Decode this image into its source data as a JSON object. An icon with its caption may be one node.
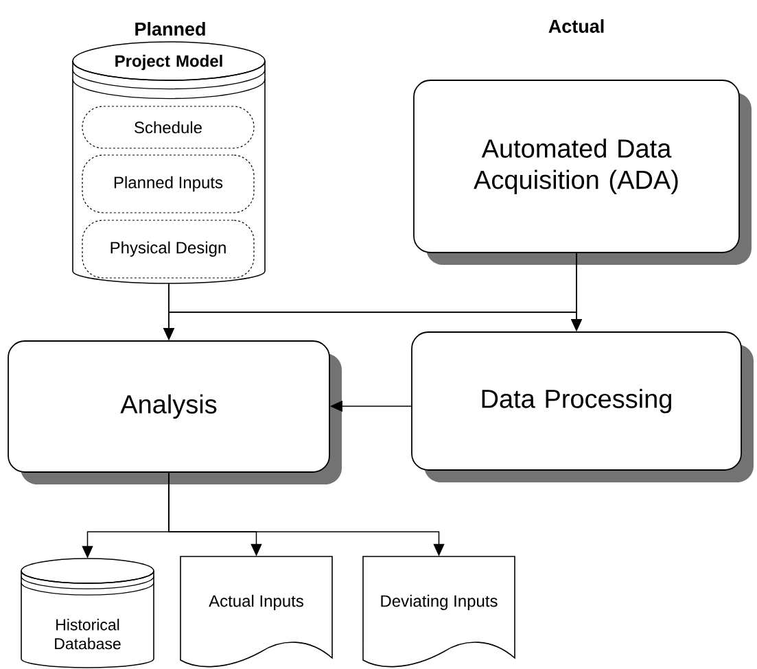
{
  "diagram": {
    "nodes": [
      {
        "text": [
          "Project Model"
        ]
      },
      {
        "text": [
          "Schedule"
        ],
        "in": 0
      },
      {
        "text": [
          "Planned Inputs"
        ],
        "in": 0
      },
      {
        "text": [
          "Physical Design"
        ],
        "in": 0
      },
      {
        "text": [
          "Automated Data Acquisition (ADA)"
        ]
      },
      {
        "text": [
          "Analysis"
        ]
      },
      {
        "text": [
          "Data Processing"
        ]
      },
      {
        "text": [
          "Historical Database"
        ]
      },
      {
        "text": [
          "Actual Inputs"
        ]
      },
      {
        "text": [
          "Deviating Inputs"
        ]
      }
    ],
    "edges": [
      {
        "from": 0,
        "to": 5,
        "arrow": "to"
      },
      {
        "from": 0,
        "to": 6,
        "arrow": "to"
      },
      {
        "from": 4,
        "to": 5,
        "arrow": "to"
      },
      {
        "from": 4,
        "to": 6,
        "arrow": "to"
      },
      {
        "from": 6,
        "to": 5,
        "arrow": "to"
      },
      {
        "from": 5,
        "to": 7,
        "arrow": "to"
      },
      {
        "from": 5,
        "to": 8,
        "arrow": "to"
      },
      {
        "from": 5,
        "to": 9,
        "arrow": "to"
      }
    ],
    "labels": [
      "Planned",
      "Actual"
    ]
  }
}
